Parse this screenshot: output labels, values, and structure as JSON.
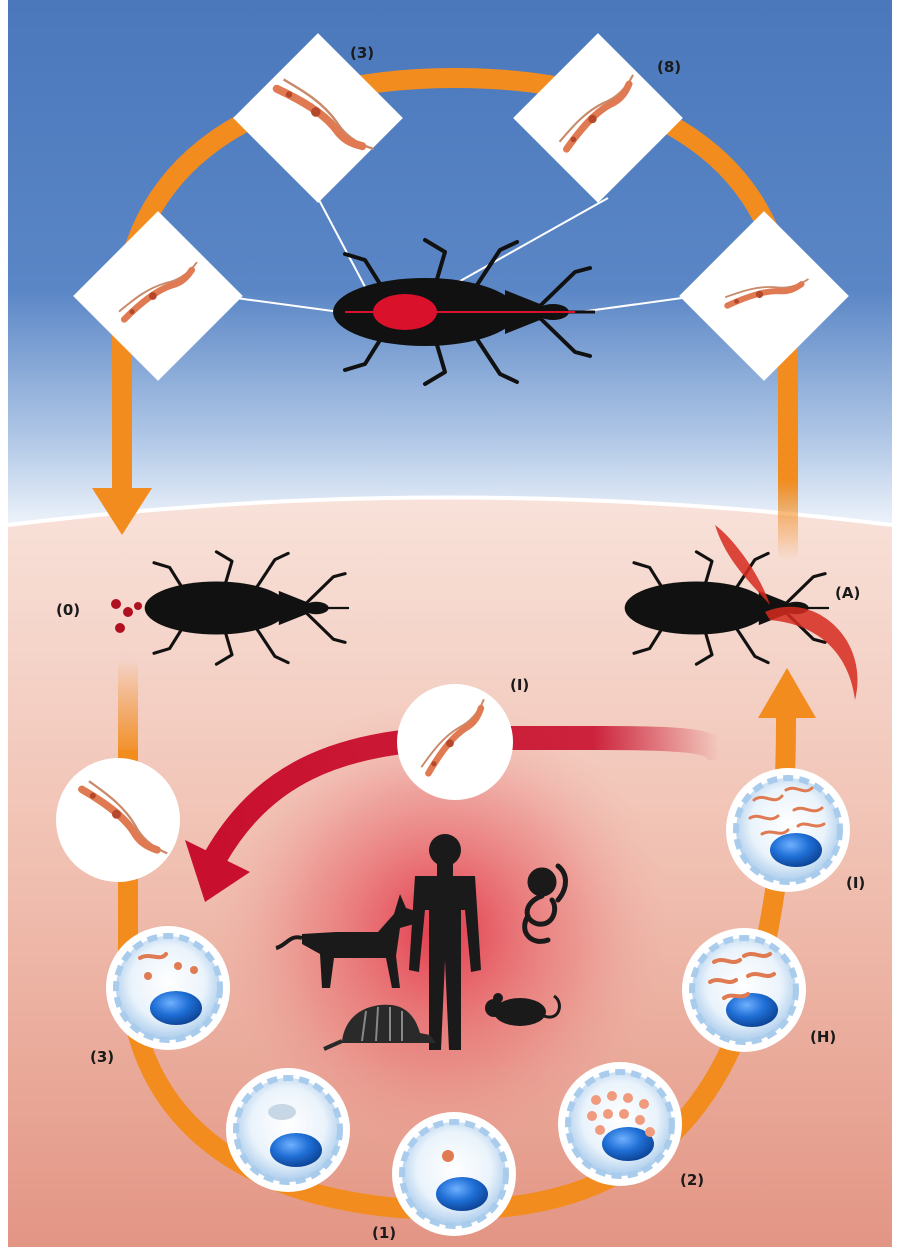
{
  "labels": {
    "insect_stage_top_left": "(3)",
    "insect_stage_top_right": "(8)",
    "feces": "(0)",
    "bite": "(A)",
    "blood_trypomastigote": "(I)",
    "cell_infection": "(3)",
    "cell_stage_1": "(1)",
    "cell_stage_2": "(2)",
    "cell_stage_h": "(H)",
    "cell_stage_i": "(I)"
  },
  "colors": {
    "sky_top": "#4a78bb",
    "sky_bottom": "#e6eef8",
    "skin_top": "#f7dcd4",
    "skin_bottom": "#e49a8a",
    "cycle_arrow": "#f28c1e",
    "blood_arrow": "#c8102e",
    "bug": "#111111",
    "cell_membrane": "#cfe3f6",
    "nucleus": "#1b63c4"
  },
  "icons": [
    "kissing-bug-icon",
    "trypanosome-icon",
    "dog-icon",
    "human-icon",
    "monkey-icon",
    "armadillo-icon",
    "rat-icon"
  ]
}
